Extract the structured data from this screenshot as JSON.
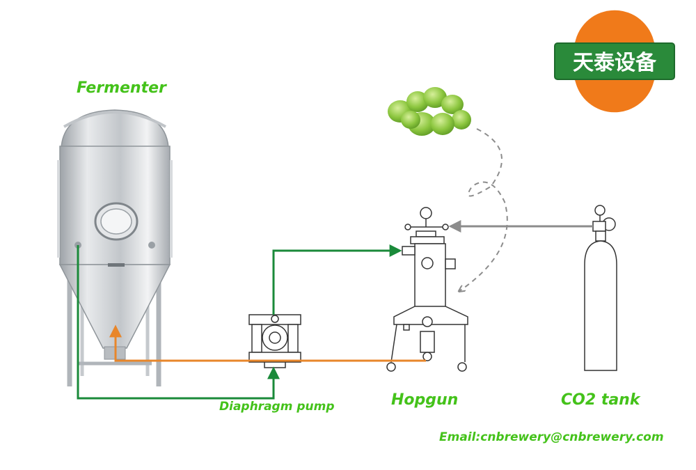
{
  "labels": {
    "fermenter": "Fermenter",
    "pump": "Diaphragm pump",
    "hopgun": "Hopgun",
    "co2": "CO2 tank",
    "email": "Email:cnbrewery@cnbrewery.com"
  },
  "logo": {
    "text": "天泰设备"
  },
  "colors": {
    "label_green": "#44c21a",
    "pipe_green": "#1a8a3a",
    "pipe_orange": "#e8862a",
    "gas_gray": "#8c8c8c",
    "logo_orange": "#f07a1a",
    "logo_green": "#2a8a3a",
    "hops_green": "#8cc63f",
    "steel": "#c9cdd0"
  },
  "icons": {
    "fermenter": "fermenter-tank-icon",
    "pump": "diaphragm-pump-icon",
    "hopgun": "hopgun-vessel-icon",
    "co2": "co2-cylinder-icon",
    "hops": "hops-icon"
  }
}
